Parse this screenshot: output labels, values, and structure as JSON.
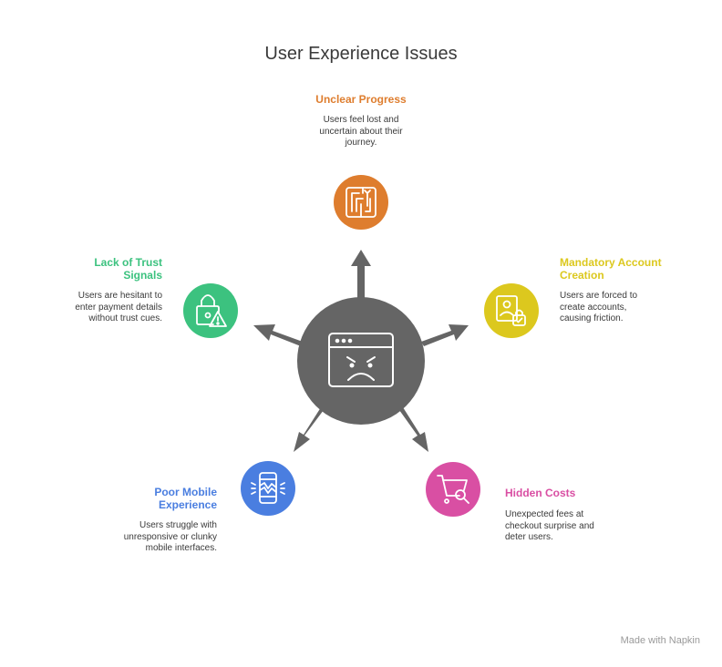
{
  "title": "User Experience Issues",
  "colors": {
    "hub": "#656565",
    "unclear_progress": "#de7d2e",
    "mandatory_account": "#dcc81e",
    "hidden_costs": "#d94fa3",
    "poor_mobile": "#4a7ee0",
    "lack_of_trust": "#3cc27f"
  },
  "hub": {
    "icon": "frustrated-browser-icon"
  },
  "issues": [
    {
      "heading": "Unclear Progress",
      "description": "Users feel lost and uncertain about their journey.",
      "icon": "maze-icon",
      "color": "#de7d2e"
    },
    {
      "heading": "Mandatory Account Creation",
      "description": "Users are forced to create accounts, causing friction.",
      "icon": "account-lock-icon",
      "color": "#dcc81e"
    },
    {
      "heading": "Hidden Costs",
      "description": "Unexpected fees at checkout surprise and deter users.",
      "icon": "cart-search-icon",
      "color": "#d94fa3"
    },
    {
      "heading": "Poor Mobile Experience",
      "description": "Users struggle with unresponsive or clunky mobile interfaces.",
      "icon": "broken-phone-icon",
      "color": "#4a7ee0"
    },
    {
      "heading": "Lack of Trust Signals",
      "description": "Users are hesitant to enter payment details without trust cues.",
      "icon": "lock-warning-icon",
      "color": "#3cc27f"
    }
  ],
  "watermark": "Made with  Napkin"
}
